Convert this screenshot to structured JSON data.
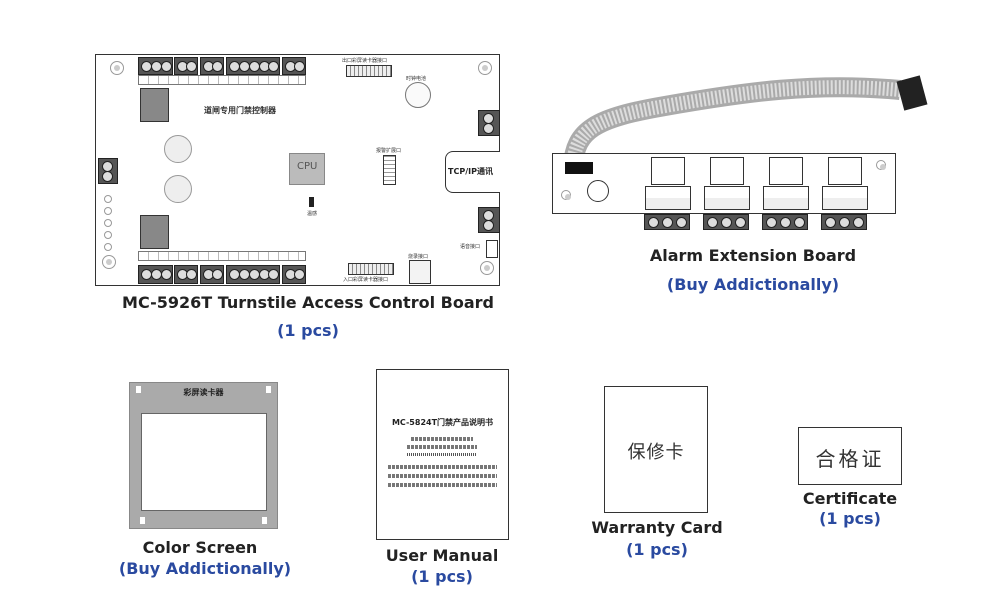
{
  "main_board": {
    "title": "MC-5926T Turnstile Access Control Board",
    "qty": "(1 pcs)",
    "board_title": "道闸专用门禁控制器",
    "cpu_label": "CPU",
    "tcpip_label": "TCP/IP通讯",
    "top_connector_label": "出口彩屏读卡器接口",
    "bottom_connector_label": "入口彩屏读卡器接口",
    "clock_battery_label": "时钟电池",
    "alarm_ext_label": "报警扩展口",
    "debug_port_label": "烧录接口",
    "voice_port_label": "语音接口",
    "sensor_label": "温感"
  },
  "alarm_board": {
    "title": "Alarm Extension Board",
    "note": "(Buy Addictionally)"
  },
  "color_screen": {
    "title": "Color Screen",
    "note": "(Buy Addictionally)",
    "panel_label": "彩屏读卡器"
  },
  "user_manual": {
    "title": "User Manual",
    "qty": "(1 pcs)",
    "doc_title": "MC-5824T门禁产品说明书"
  },
  "warranty_card": {
    "title": "Warranty Card",
    "qty": "(1 pcs)",
    "card_text": "保修卡"
  },
  "certificate": {
    "title": "Certificate",
    "qty": "(1 pcs)",
    "card_text": "合格证"
  },
  "colors": {
    "caption": "#222222",
    "note": "#2a4aa0",
    "board_outline": "#333333"
  }
}
